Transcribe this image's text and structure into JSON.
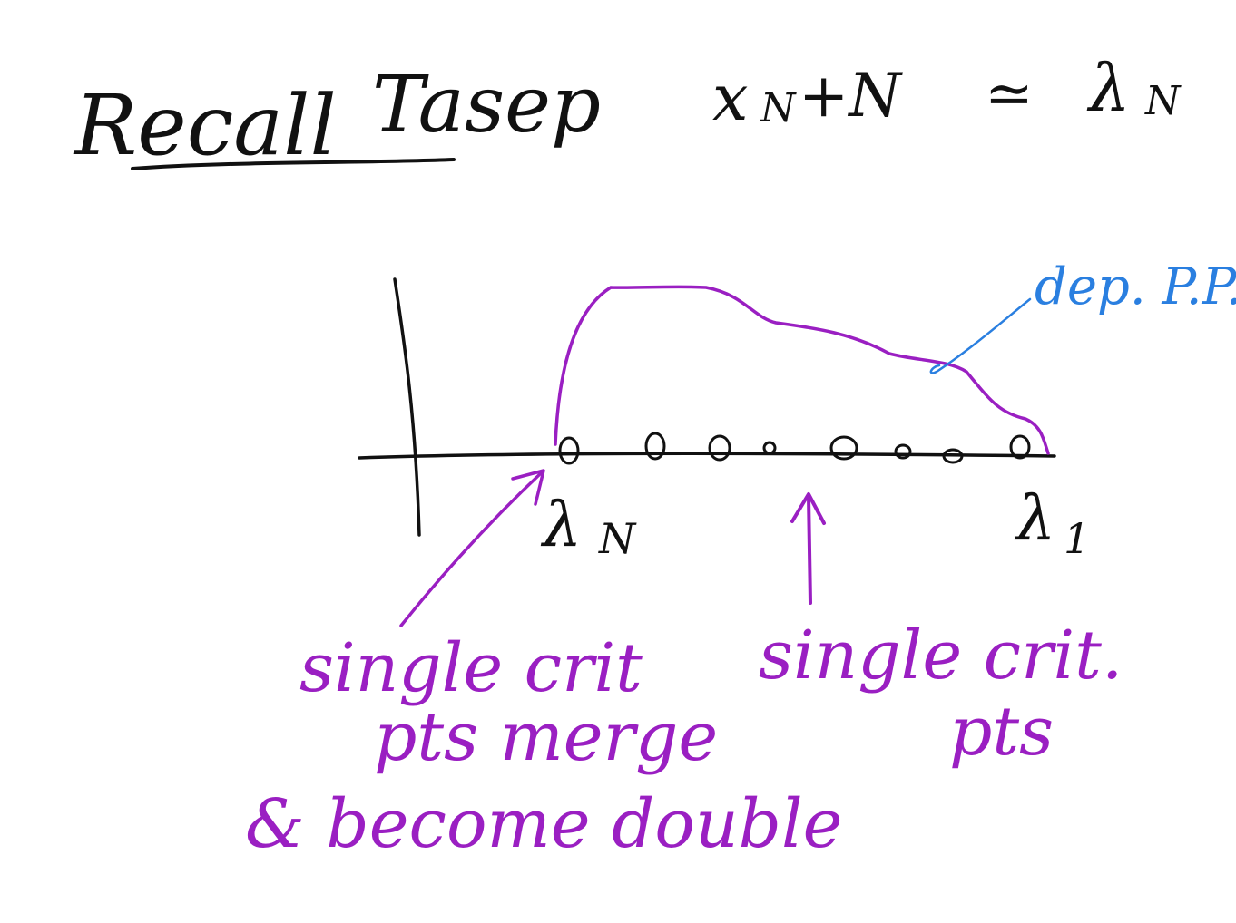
{
  "title": {
    "recall": "Recall",
    "tasep": "Tasep",
    "formula_left": "x",
    "formula_left_sub": "N",
    "formula_plus": "+N",
    "formula_approx": "≃",
    "formula_right": "λ",
    "formula_right_sub": "N"
  },
  "axis_labels": {
    "left": "λ",
    "left_sub": "N",
    "right": "λ",
    "right_sub": "1"
  },
  "annotations": {
    "dep_pp": "dep. P.P.",
    "left_line1": "single crit",
    "left_line2": "pts merge",
    "left_line3": "& become double",
    "right_line1": "single crit.",
    "right_line2": "pts"
  },
  "colors": {
    "ink": "#111111",
    "purple": "#9a1fc2",
    "blue": "#2a7fe0"
  }
}
